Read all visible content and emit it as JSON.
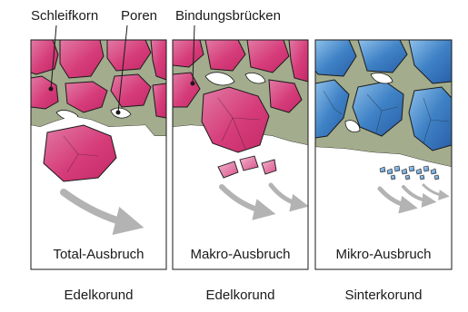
{
  "labels": {
    "grain": "Schleifkorn",
    "pores": "Poren",
    "bonds": "Bindungsbrücken"
  },
  "panels": [
    {
      "caption": "Total-Ausbruch",
      "material": "Edelkorund",
      "grain_color": "#d63c7a"
    },
    {
      "caption": "Makro-Ausbruch",
      "material": "Edelkorund",
      "grain_color": "#d63c7a"
    },
    {
      "caption": "Mikro-Ausbruch",
      "material": "Sinterkorund",
      "grain_color": "#2f6fb5"
    }
  ],
  "colors": {
    "bond": "#a3ac8d",
    "arrow": "#b3b3b3",
    "outline": "#1a1a1a"
  }
}
